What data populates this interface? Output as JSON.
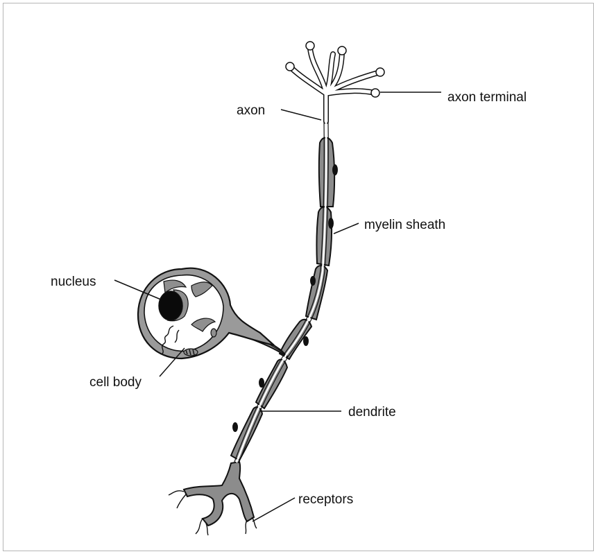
{
  "labels": {
    "axon_terminal": "axon terminal",
    "axon": "axon",
    "myelin_sheath": "myelin sheath",
    "nucleus": "nucleus",
    "cell_body": "cell body",
    "dendrite": "dendrite",
    "receptors": "receptors"
  },
  "colors": {
    "sheath": "#8c8c8c",
    "outline": "#111111",
    "background": "#ffffff"
  }
}
